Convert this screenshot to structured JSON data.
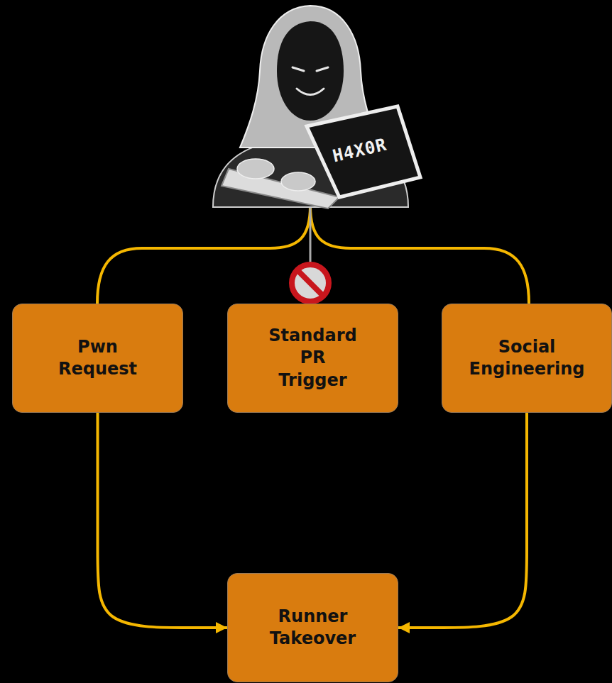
{
  "diagram": {
    "nodes": [
      {
        "text": [
          "Pwn Request"
        ]
      },
      {
        "text": [
          "Standard PR Trigger"
        ]
      },
      {
        "text": [
          "Social Engineering"
        ]
      },
      {
        "text": [
          "Runner Takeover"
        ]
      }
    ],
    "edges": [
      {
        "from": 0,
        "to": 3,
        "arrow": "to"
      },
      {
        "from": 2,
        "to": 3,
        "arrow": "to"
      }
    ],
    "labels": [
      "H4X0R"
    ]
  }
}
